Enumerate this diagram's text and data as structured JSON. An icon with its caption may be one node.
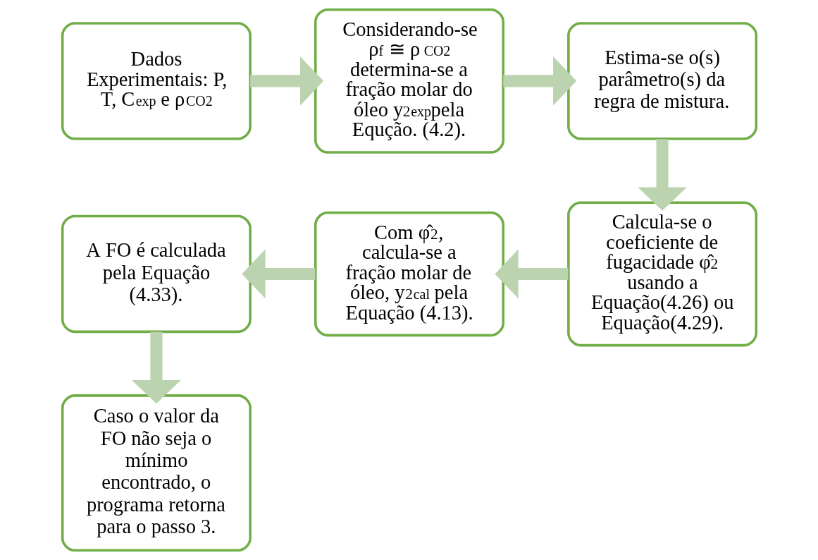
{
  "diagram": {
    "nodes": [
      {
        "text": [
          "Dados Experimentais: P, T, C$^{exp}$ e ρ$^{CO2}$"
        ]
      },
      {
        "text": [
          "Considerando-se ρ$^{f}$ ≅ ρ$^{CO2}$ determina-se a fração molar do óleo y$_{2}$$^{exp}$pela Equção. (4.2)."
        ]
      },
      {
        "text": [
          "Estima-se o(s) parâmetro(s) da regra de mistura."
        ]
      },
      {
        "text": [
          "Calcula-se o coeficiente de fugacidade φ̂$_{2}$ usando a Equação(4.26) ou Equação(4.29)."
        ]
      },
      {
        "text": [
          "Com φ̂$_{2}$, calcula-se a fração molar de óleo, y$_{2}$$^{cal}$ pela Equação (4.13)."
        ]
      },
      {
        "text": [
          "A FO é calculada pela Equação (4.33)."
        ]
      },
      {
        "text": [
          "Caso o valor da FO não seja o mínimo encontrado, o programa retorna para o passo 3."
        ]
      }
    ],
    "edges": [
      {
        "from": 0,
        "to": 1,
        "arrow": "to"
      },
      {
        "from": 1,
        "to": 2,
        "arrow": "to"
      },
      {
        "from": 2,
        "to": 3,
        "arrow": "to"
      },
      {
        "from": 3,
        "to": 4,
        "arrow": "to"
      },
      {
        "from": 4,
        "to": 5,
        "arrow": "to"
      },
      {
        "from": 5,
        "to": 6,
        "arrow": "to"
      }
    ]
  }
}
